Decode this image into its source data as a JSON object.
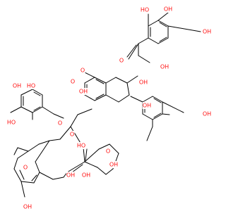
{
  "diagram": {
    "type": "chemical-structure",
    "colors": {
      "bond": "#000000",
      "oxygen": "#ff0d0d",
      "background": "#ffffff"
    },
    "atom_labels": [
      {
        "text": "OH",
        "color": "oxygen"
      },
      {
        "text": "HO",
        "color": "oxygen"
      },
      {
        "text": "OH",
        "color": "oxygen"
      },
      {
        "text": "O",
        "color": "oxygen"
      },
      {
        "text": "OH",
        "color": "oxygen"
      },
      {
        "text": "O",
        "color": "oxygen"
      },
      {
        "text": "O",
        "color": "oxygen"
      },
      {
        "text": "OH",
        "color": "oxygen"
      },
      {
        "text": "OH",
        "color": "oxygen"
      },
      {
        "text": "HO",
        "color": "oxygen"
      },
      {
        "text": "OH",
        "color": "oxygen"
      },
      {
        "text": "OH",
        "color": "oxygen"
      },
      {
        "text": "OH",
        "color": "oxygen"
      },
      {
        "text": "HO",
        "color": "oxygen"
      },
      {
        "text": "O",
        "color": "oxygen"
      },
      {
        "text": "O",
        "color": "oxygen"
      },
      {
        "text": "HO",
        "color": "oxygen"
      },
      {
        "text": "O",
        "color": "oxygen"
      },
      {
        "text": "OH",
        "color": "oxygen"
      },
      {
        "text": "O",
        "color": "oxygen"
      },
      {
        "text": "OH",
        "color": "oxygen"
      },
      {
        "text": "OH",
        "color": "oxygen"
      },
      {
        "text": "OH",
        "color": "oxygen"
      }
    ]
  }
}
